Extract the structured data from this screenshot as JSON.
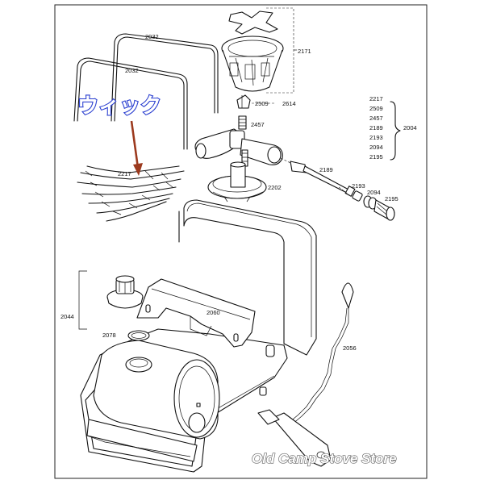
{
  "overlay": {
    "wick_katakana": "ウィック",
    "watermark": "Old Camp Stove Store"
  },
  "labels": {
    "handle_upper": "2032",
    "handle_lower": "2032",
    "burner_head": "2171",
    "valve_top": "2509",
    "valve_ref": "2614",
    "valve_bottom": "2457",
    "spindle": "2189",
    "packing": "2193",
    "washer": "2094",
    "nut": "2195",
    "wick": "2217",
    "burner_base": "2202",
    "filler_group": "2044",
    "bracket": "2060",
    "gasket": "2078",
    "pump_chain": "2056",
    "group": "2004"
  },
  "group_list": [
    "2217",
    "2509",
    "2457",
    "2189",
    "2193",
    "2094",
    "2195"
  ],
  "colors": {
    "arrow": "#9c3a1e",
    "katakana_outline": "#2a3fd0",
    "line_art": "#111111"
  }
}
